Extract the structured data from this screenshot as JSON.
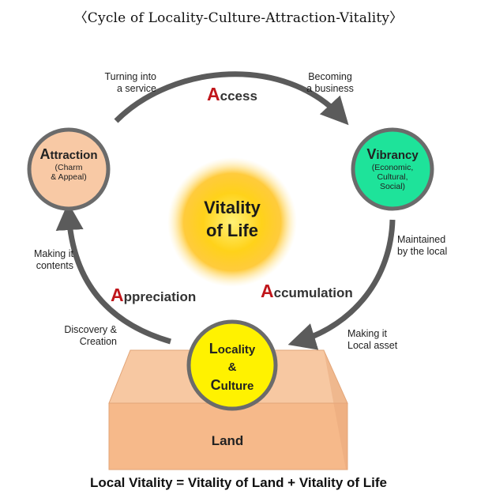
{
  "title": "〈Cycle of Locality-Culture-Attraction-Vitality〉",
  "center": {
    "line1": "Vitality",
    "line2": "of Life"
  },
  "base": {
    "label": "Land"
  },
  "formula": "Local Vitality = Vitality of Land + Vitality of Life",
  "nodes": {
    "attraction": {
      "cap": "A",
      "rest": "ttraction",
      "sub1": "(Charm",
      "sub2": "& Appeal)",
      "color": "#f8c9a5"
    },
    "vibrancy": {
      "cap": "V",
      "rest": "ibrancy",
      "sub1": "(Economic,",
      "sub2": "Cultural,",
      "sub3": "Social)",
      "color": "#1ee39a"
    },
    "locality": {
      "cap1": "L",
      "rest1": "ocality",
      "amp": "&",
      "cap2": "C",
      "rest2": "ulture",
      "color": "#fff200"
    }
  },
  "cycle": {
    "access": {
      "cap": "A",
      "rest": "ccess"
    },
    "appreciation": {
      "cap": "A",
      "rest": "ppreciation"
    },
    "accumulation": {
      "cap": "A",
      "rest": "ccumulation"
    }
  },
  "labels": {
    "turning_1": "Turning into",
    "turning_2": "a service",
    "becoming_1": "Becoming",
    "becoming_2": "a business",
    "maintained_1": "Maintained",
    "maintained_2": "by the local",
    "making_asset_1": "Making it",
    "making_asset_2": "Local asset",
    "making_contents_1": "Making it",
    "making_contents_2": "contents",
    "discovery_1": "Discovery &",
    "discovery_2": "Creation"
  },
  "colors": {
    "arrow": "#5b5b5b",
    "accent_letter": "#c0161b",
    "land_top": "#f7c8a2",
    "land_front": "#f6b98a"
  }
}
